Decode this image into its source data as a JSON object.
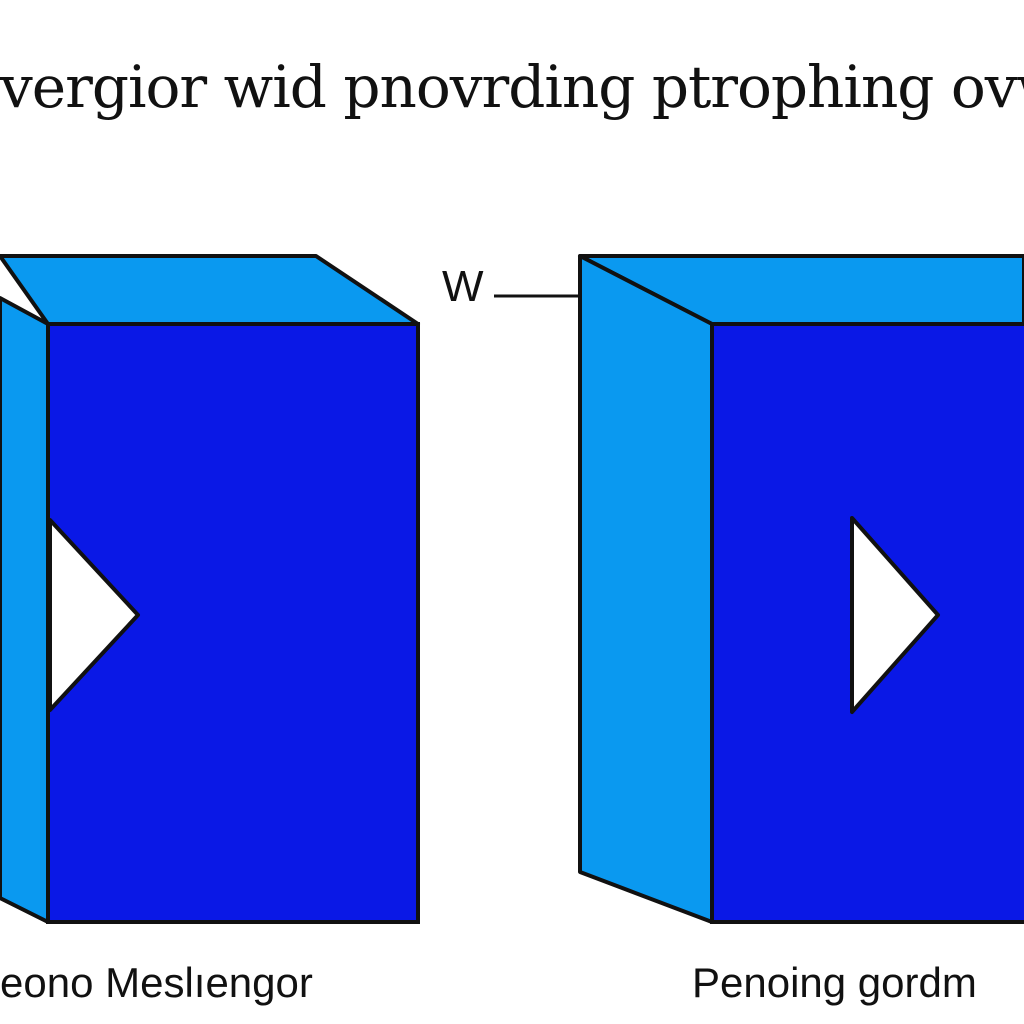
{
  "title": "vergior wid pnovrding ptrophing ovwe",
  "connector": {
    "label": "W"
  },
  "boxes": [
    {
      "caption": "eono Meslıengor"
    },
    {
      "caption": "Penoing gordm"
    }
  ],
  "colors": {
    "front_face": "#0A18E6",
    "side_face": "#0A99F0",
    "top_face": "#0A99F0",
    "arrow": "#FFFFFF",
    "outline": "#111111"
  },
  "icons": [
    "play-arrow-icon",
    "play-arrow-icon"
  ]
}
